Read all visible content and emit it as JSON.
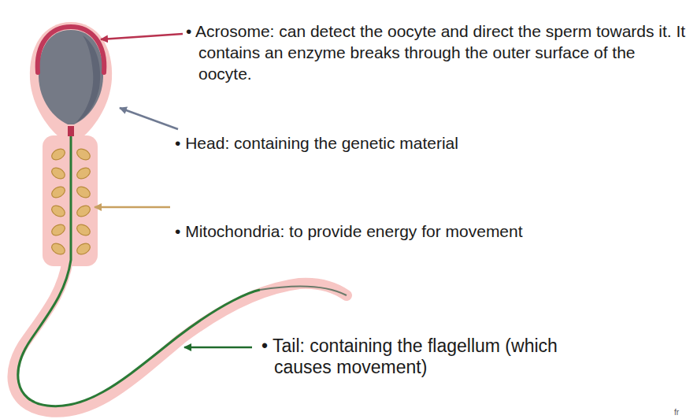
{
  "diagram": {
    "labels": [
      "• Acrosome: can detect the oocyte and direct the sperm towards it. It contains an enzyme breaks through the outer surface of the oocyte.",
      "• Head: containing the genetic material",
      "• Mitochondria: to provide energy for movement",
      "• Tail: containing the flagellum (which causes movement)",
      "fr"
    ]
  }
}
